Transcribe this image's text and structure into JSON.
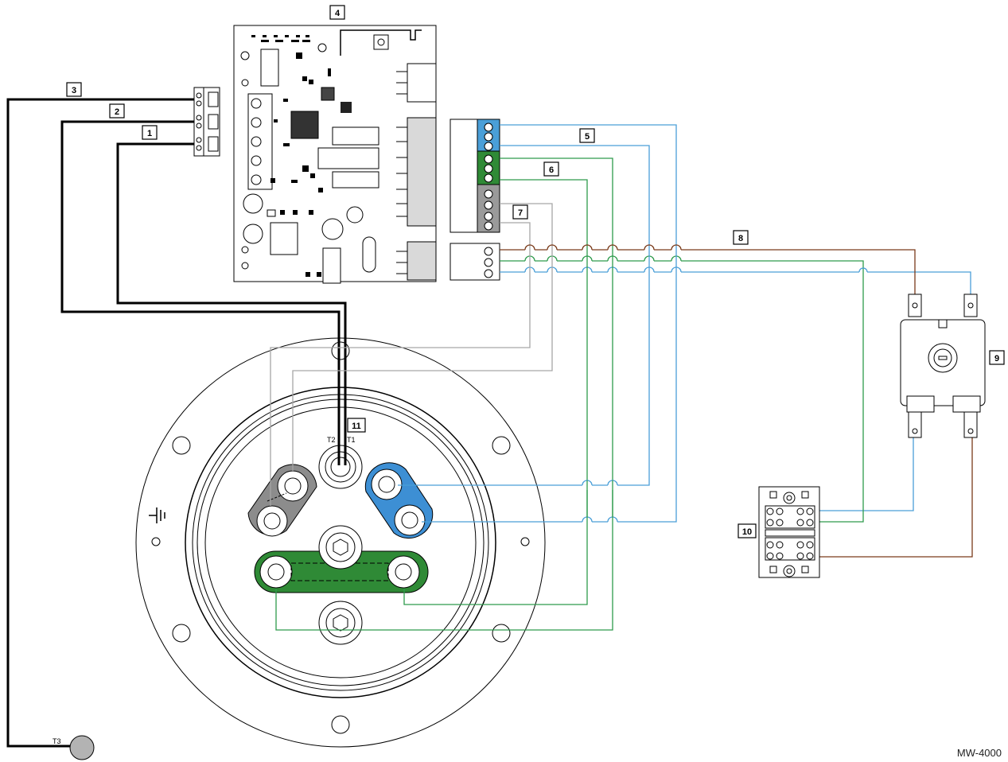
{
  "callouts": {
    "c1": "1",
    "c2": "2",
    "c3": "3",
    "c4": "4",
    "c5": "5",
    "c6": "6",
    "c7": "7",
    "c8": "8",
    "c9": "9",
    "c10": "10",
    "c11": "11"
  },
  "labels": {
    "t1": "T1",
    "t2": "T2",
    "t3": "T3",
    "ground": "⏚"
  },
  "document_code": "MW-4000",
  "colors": {
    "blue_wire": "#4a9fd8",
    "green_wire": "#2e9b4c",
    "gray_wire": "#a6a6a6",
    "brown_wire": "#7a3a1a",
    "thermostat_wire": "#000000",
    "element_blue": "#3d8fd4",
    "element_green": "#2f8a36",
    "element_gray": "#8c8c8c"
  }
}
